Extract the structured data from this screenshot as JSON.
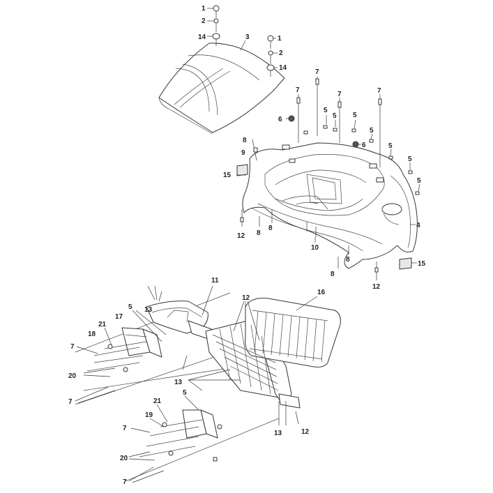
{
  "diagram": {
    "type": "exploded-parts-diagram",
    "callouts": {
      "c1a": "1",
      "c2a": "2",
      "c14a": "14",
      "c3": "3",
      "c1b": "1",
      "c2b": "2",
      "c14b": "14",
      "c7a": "7",
      "c7b": "7",
      "c7c": "7",
      "c7d": "7",
      "c6a": "6",
      "c5a": "5",
      "c5b": "5",
      "c5c": "5",
      "c5d": "5",
      "c5e": "5",
      "c5f": "5",
      "c5g": "5",
      "c6b": "6",
      "c8a": "8",
      "c9": "9",
      "c15a": "15",
      "c12a": "12",
      "c8b": "8",
      "c8c": "8",
      "c10": "10",
      "c4": "4",
      "c8d": "8",
      "c8e": "8",
      "c15b": "15",
      "c12b": "12",
      "c11": "11",
      "c16": "16",
      "c12c": "12",
      "c13a": "13",
      "c5h": "5",
      "c17": "17",
      "c21a": "21",
      "c18": "18",
      "c7e": "7",
      "c20a": "20",
      "c7f": "7",
      "c13b": "13",
      "c13c": "13",
      "c12d": "12",
      "c5i": "5",
      "c21b": "21",
      "c19": "19",
      "c7g": "7",
      "c20b": "20",
      "c7h": "7"
    }
  }
}
